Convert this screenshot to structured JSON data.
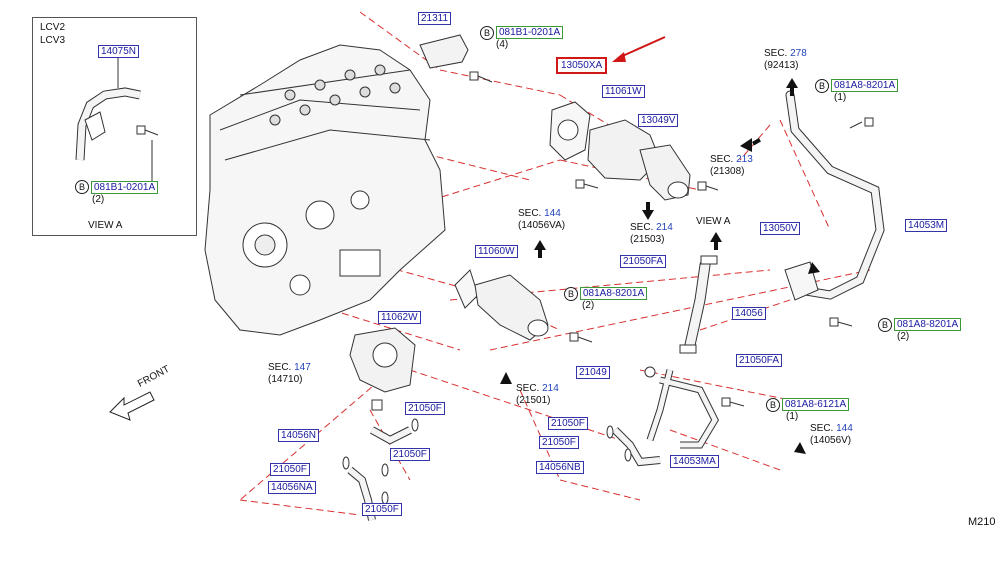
{
  "inset": {
    "variant_lines": [
      "LCV2",
      "LCV3"
    ],
    "view_label": "VIEW   A",
    "hose_part": "14075N",
    "bolt_part": "081B1-0201A",
    "bolt_qty": "(2)"
  },
  "parts": {
    "p21311": "21311",
    "p13050XA": "13050XA",
    "p11061W": "11061W",
    "p13049V": "13049V",
    "p11060W": "11060W",
    "p11062W": "11062W",
    "p13050V": "13050V",
    "p14053M": "14053M",
    "p21050FA_top": "21050FA",
    "p14056": "14056",
    "p21050FA_bot": "21050FA",
    "p21049": "21049",
    "p21050F_1": "21050F",
    "p14056N": "14056N",
    "p21050F_2": "21050F",
    "p21050F_3": "21050F",
    "p14056NA": "14056NA",
    "p21050F_4": "21050F",
    "p21050F_5": "21050F",
    "p21050F_6": "21050F",
    "p14056NB": "14056NB",
    "p14053MA": "14053MA"
  },
  "bolts": {
    "b1": {
      "letter": "B",
      "code": "081B1-0201A",
      "qty": "(4)"
    },
    "b2": {
      "letter": "B",
      "code": "081A8-8201A",
      "qty": "(1)"
    },
    "b3": {
      "letter": "B",
      "code": "081A8-8201A",
      "qty": "(2)"
    },
    "b4": {
      "letter": "B",
      "code": "081A8-8201A",
      "qty": "(2)"
    },
    "b5": {
      "letter": "B",
      "code": "081A8-6121A",
      "qty": "(1)"
    },
    "inset": {
      "letter": "B"
    }
  },
  "sections": {
    "s278": {
      "prefix": "SEC.",
      "num": "278",
      "ref": "(92413)"
    },
    "s213": {
      "prefix": "SEC.",
      "num": "213",
      "ref": "(21308)"
    },
    "s144a": {
      "prefix": "SEC.",
      "num": "144",
      "ref": "(14056VA)"
    },
    "s214a": {
      "prefix": "SEC.",
      "num": "214",
      "ref": "(21503)"
    },
    "s147": {
      "prefix": "SEC.",
      "num": "147",
      "ref": "(14710)"
    },
    "s214b": {
      "prefix": "SEC.",
      "num": "214",
      "ref": "(21501)"
    },
    "s144b": {
      "prefix": "SEC.",
      "num": "144",
      "ref": "(14056V)"
    }
  },
  "labels": {
    "view_a": "VIEW   A",
    "front": "FRONT",
    "diagram_code": "M210"
  },
  "colors": {
    "part_border": "#3333aa",
    "part_text": "#1a1aa0",
    "bolt_border": "#3a9a3a",
    "highlight": "#d01818",
    "leader_dash": "#d02020"
  }
}
